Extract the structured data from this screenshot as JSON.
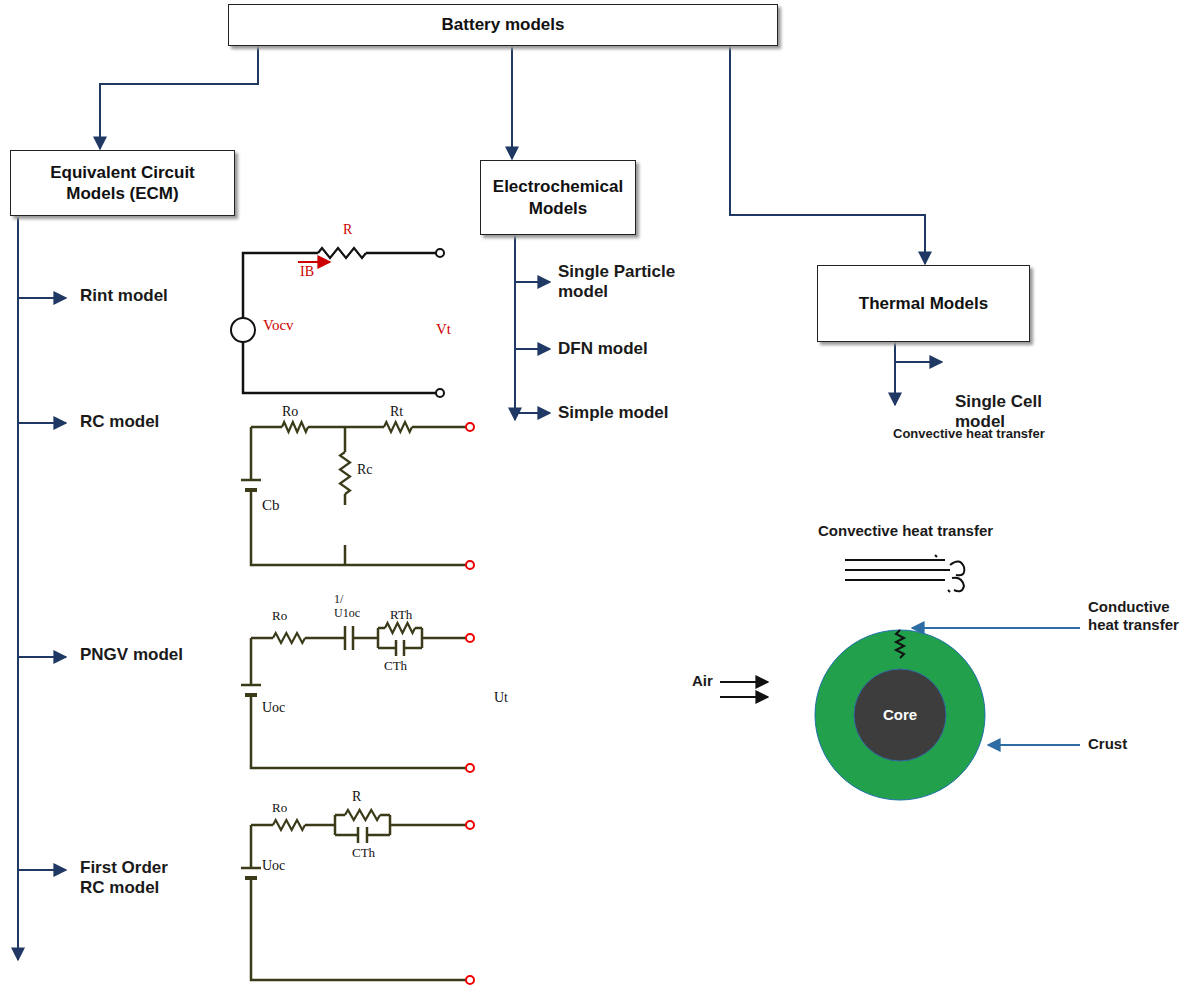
{
  "diagram": {
    "nodes": [
      {
        "text": [
          "Battery models"
        ]
      },
      {
        "text": [
          "Equivalent Circuit Models (ECM)"
        ]
      },
      {
        "text": [
          "Electrochemical Models"
        ]
      },
      {
        "text": [
          "Thermal Models"
        ]
      },
      {
        "text": [
          "Core"
        ]
      }
    ],
    "edges": [
      {
        "from": 0,
        "to": 1,
        "arrow": "to"
      },
      {
        "from": 0,
        "to": 2,
        "arrow": "to"
      },
      {
        "from": 0,
        "to": 3,
        "arrow": "to"
      }
    ],
    "labels": [
      "Rint model",
      "R",
      "IB",
      "Vocv",
      "Vt",
      "RC model",
      "Ro",
      "Rt",
      "Cb",
      "Rc",
      "PNGV model",
      "Ro",
      "1/ U1oc",
      "RTh",
      "CTh",
      "Uoc",
      "Ut",
      "First Order RC model",
      "R",
      "Ro",
      "CTh",
      "Uoc",
      "Single Particle model",
      "DFN model",
      "Simple model",
      "Single Cell model",
      "Convective heat transfer",
      "Convective heat transfer",
      "Conductive heat transfer",
      "Air",
      "Crust"
    ]
  }
}
